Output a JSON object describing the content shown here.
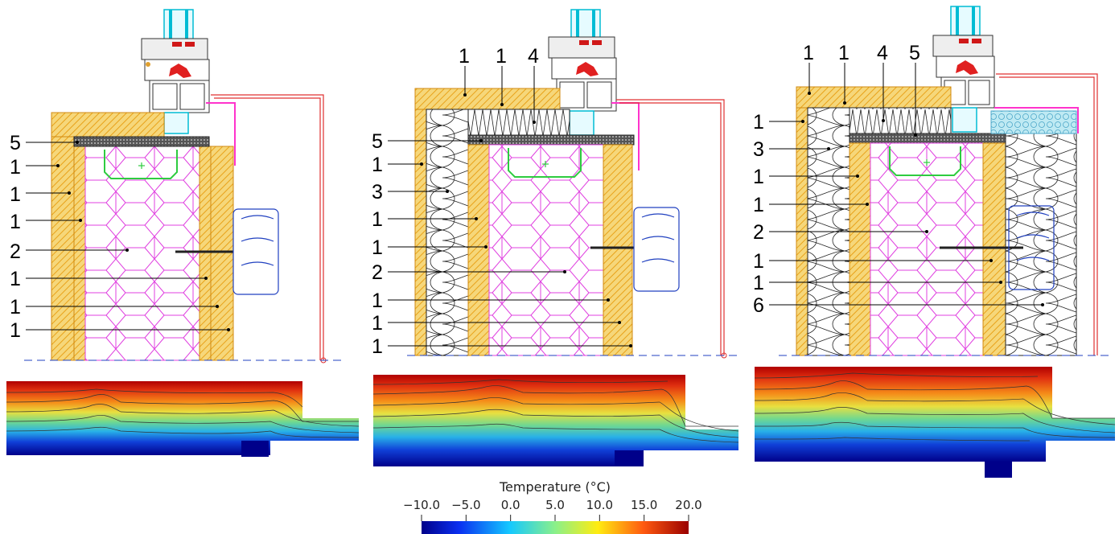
{
  "panels": [
    {
      "id": "panel-1",
      "labels": [
        {
          "text": "5"
        },
        {
          "text": "1"
        },
        {
          "text": "1"
        },
        {
          "text": "1"
        },
        {
          "text": "2"
        },
        {
          "text": "1"
        },
        {
          "text": "1"
        },
        {
          "text": "1"
        }
      ]
    },
    {
      "id": "panel-2",
      "top_labels": [
        {
          "text": "1"
        },
        {
          "text": "1"
        },
        {
          "text": "4"
        }
      ],
      "labels": [
        {
          "text": "5"
        },
        {
          "text": "1"
        },
        {
          "text": "3"
        },
        {
          "text": "1"
        },
        {
          "text": "1"
        },
        {
          "text": "2"
        },
        {
          "text": "1"
        },
        {
          "text": "1"
        },
        {
          "text": "1"
        }
      ]
    },
    {
      "id": "panel-3",
      "top_labels": [
        {
          "text": "1"
        },
        {
          "text": "1"
        },
        {
          "text": "4"
        },
        {
          "text": "5"
        }
      ],
      "labels": [
        {
          "text": "1"
        },
        {
          "text": "3"
        },
        {
          "text": "1"
        },
        {
          "text": "1"
        },
        {
          "text": "2"
        },
        {
          "text": "1"
        },
        {
          "text": "1"
        },
        {
          "text": "6"
        }
      ]
    }
  ],
  "colorbar": {
    "title": "Temperature (°C)",
    "ticks": [
      "−10.0",
      "−5.0",
      "0.0",
      "5.0",
      "10.0",
      "15.0",
      "20.0"
    ]
  }
}
